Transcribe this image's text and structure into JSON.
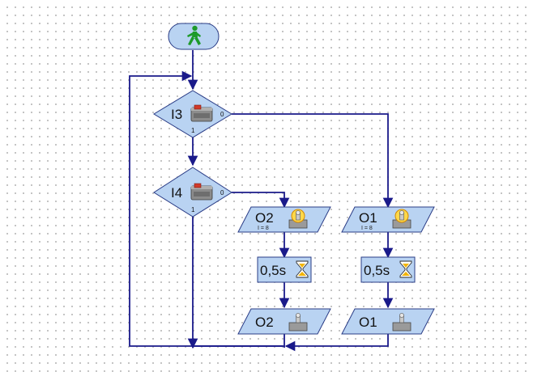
{
  "program": {
    "start_icon": "green-walking-man-icon",
    "branches": [
      {
        "input": "I3",
        "port_right": "0",
        "port_bottom": "1",
        "sensor_icon": "pushbutton-sensor-icon"
      },
      {
        "input": "I4",
        "port_right": "0",
        "port_bottom": "1",
        "sensor_icon": "pushbutton-sensor-icon"
      }
    ],
    "left_column": {
      "lamp_on": {
        "output": "O2",
        "intensity": "I = 8",
        "icon": "lamp-on-icon"
      },
      "wait": {
        "duration": "0,5s",
        "icon": "hourglass-icon"
      },
      "lamp_off": {
        "output": "O2",
        "icon": "lamp-off-icon"
      }
    },
    "right_column": {
      "lamp_on": {
        "output": "O1",
        "intensity": "I = 8",
        "icon": "lamp-on-icon"
      },
      "wait": {
        "duration": "0,5s",
        "icon": "hourglass-icon"
      },
      "lamp_off": {
        "output": "O1",
        "icon": "lamp-off-icon"
      }
    }
  },
  "colors": {
    "line": "#1a1a8a",
    "block_fill": "#b9d3f2",
    "block_border": "#2a3c86",
    "start_green": "#1e9a2a",
    "sensor_red": "#d23a2a",
    "lamp_yellow": "#f2b400"
  }
}
